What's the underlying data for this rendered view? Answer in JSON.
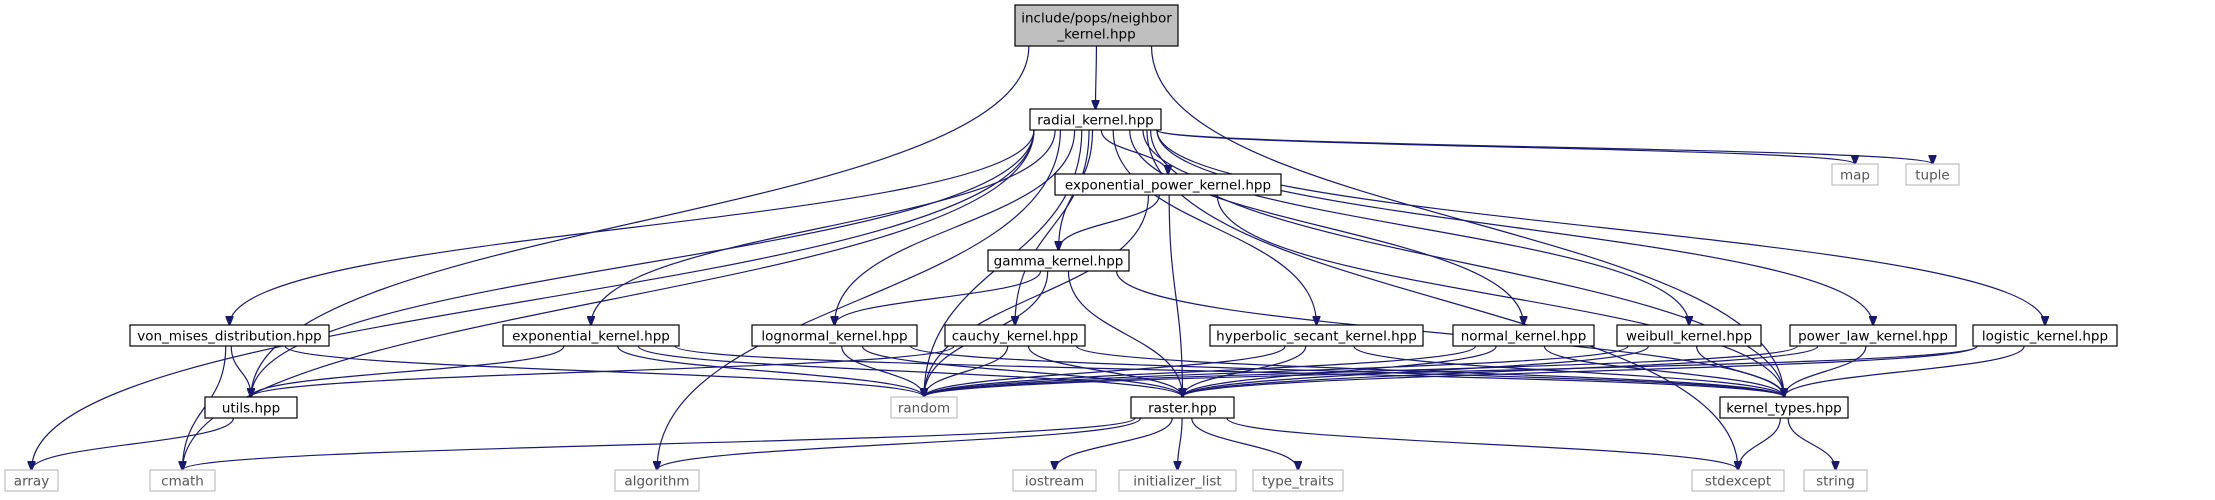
{
  "diagram": {
    "nodes": [
      {
        "id": "n0",
        "label": "include/pops/neighbor_kernel.hpp",
        "lines": [
          "include/pops/neighbor",
          "_kernel.hpp"
        ],
        "kind": "root"
      },
      {
        "id": "n1",
        "label": "radial_kernel.hpp",
        "kind": "file"
      },
      {
        "id": "n2",
        "label": "exponential_power_kernel.hpp",
        "kind": "file"
      },
      {
        "id": "n3",
        "label": "gamma_kernel.hpp",
        "kind": "file"
      },
      {
        "id": "n4",
        "label": "von_mises_distribution.hpp",
        "kind": "file"
      },
      {
        "id": "n5",
        "label": "exponential_kernel.hpp",
        "kind": "file"
      },
      {
        "id": "n6",
        "label": "lognormal_kernel.hpp",
        "kind": "file"
      },
      {
        "id": "n7",
        "label": "cauchy_kernel.hpp",
        "kind": "file"
      },
      {
        "id": "n8",
        "label": "hyperbolic_secant_kernel.hpp",
        "kind": "file"
      },
      {
        "id": "n9",
        "label": "normal_kernel.hpp",
        "kind": "file"
      },
      {
        "id": "n10",
        "label": "weibull_kernel.hpp",
        "kind": "file"
      },
      {
        "id": "n11",
        "label": "power_law_kernel.hpp",
        "kind": "file"
      },
      {
        "id": "n12",
        "label": "logistic_kernel.hpp",
        "kind": "file"
      },
      {
        "id": "n13",
        "label": "utils.hpp",
        "kind": "file"
      },
      {
        "id": "n14",
        "label": "random",
        "kind": "system"
      },
      {
        "id": "n15",
        "label": "raster.hpp",
        "kind": "file"
      },
      {
        "id": "n16",
        "label": "kernel_types.hpp",
        "kind": "file"
      },
      {
        "id": "n17",
        "label": "map",
        "kind": "system"
      },
      {
        "id": "n18",
        "label": "tuple",
        "kind": "system"
      },
      {
        "id": "n19",
        "label": "array",
        "kind": "system"
      },
      {
        "id": "n20",
        "label": "cmath",
        "kind": "system"
      },
      {
        "id": "n21",
        "label": "algorithm",
        "kind": "system"
      },
      {
        "id": "n22",
        "label": "iostream",
        "kind": "system"
      },
      {
        "id": "n23",
        "label": "initializer_list",
        "kind": "system"
      },
      {
        "id": "n24",
        "label": "type_traits",
        "kind": "system"
      },
      {
        "id": "n25",
        "label": "stdexcept",
        "kind": "system"
      },
      {
        "id": "n26",
        "label": "string",
        "kind": "system"
      }
    ],
    "edges": [
      [
        "n0",
        "n1"
      ],
      [
        "n0",
        "n13"
      ],
      [
        "n0",
        "n16"
      ],
      [
        "n1",
        "n2"
      ],
      [
        "n1",
        "n3"
      ],
      [
        "n1",
        "n4"
      ],
      [
        "n1",
        "n5"
      ],
      [
        "n1",
        "n6"
      ],
      [
        "n1",
        "n7"
      ],
      [
        "n1",
        "n8"
      ],
      [
        "n1",
        "n9"
      ],
      [
        "n1",
        "n10"
      ],
      [
        "n1",
        "n11"
      ],
      [
        "n1",
        "n12"
      ],
      [
        "n1",
        "n13"
      ],
      [
        "n1",
        "n14"
      ],
      [
        "n1",
        "n16"
      ],
      [
        "n1",
        "n17"
      ],
      [
        "n1",
        "n18"
      ],
      [
        "n1",
        "n19"
      ],
      [
        "n1",
        "n20"
      ],
      [
        "n1",
        "n21"
      ],
      [
        "n1",
        "n25"
      ],
      [
        "n2",
        "n3"
      ],
      [
        "n2",
        "n14"
      ],
      [
        "n2",
        "n15"
      ],
      [
        "n2",
        "n16"
      ],
      [
        "n3",
        "n6"
      ],
      [
        "n3",
        "n14"
      ],
      [
        "n3",
        "n15"
      ],
      [
        "n3",
        "n16"
      ],
      [
        "n4",
        "n13"
      ],
      [
        "n4",
        "n20"
      ],
      [
        "n4",
        "n14"
      ],
      [
        "n5",
        "n13"
      ],
      [
        "n5",
        "n14"
      ],
      [
        "n5",
        "n15"
      ],
      [
        "n5",
        "n16"
      ],
      [
        "n6",
        "n14"
      ],
      [
        "n6",
        "n15"
      ],
      [
        "n6",
        "n16"
      ],
      [
        "n7",
        "n13"
      ],
      [
        "n7",
        "n14"
      ],
      [
        "n7",
        "n15"
      ],
      [
        "n7",
        "n16"
      ],
      [
        "n8",
        "n14"
      ],
      [
        "n8",
        "n15"
      ],
      [
        "n8",
        "n16"
      ],
      [
        "n9",
        "n14"
      ],
      [
        "n9",
        "n15"
      ],
      [
        "n9",
        "n16"
      ],
      [
        "n10",
        "n14"
      ],
      [
        "n10",
        "n15"
      ],
      [
        "n10",
        "n16"
      ],
      [
        "n11",
        "n14"
      ],
      [
        "n11",
        "n15"
      ],
      [
        "n11",
        "n16"
      ],
      [
        "n12",
        "n14"
      ],
      [
        "n12",
        "n15"
      ],
      [
        "n12",
        "n16"
      ],
      [
        "n13",
        "n19"
      ],
      [
        "n15",
        "n20"
      ],
      [
        "n15",
        "n21"
      ],
      [
        "n15",
        "n22"
      ],
      [
        "n15",
        "n23"
      ],
      [
        "n15",
        "n24"
      ],
      [
        "n15",
        "n25"
      ],
      [
        "n16",
        "n25"
      ],
      [
        "n16",
        "n26"
      ]
    ]
  },
  "colors": {
    "edge": "#191970",
    "file_border": "#000000",
    "system_border": "#bfbfbf",
    "system_text": "#555555",
    "root_fill": "#bfbfbf"
  }
}
